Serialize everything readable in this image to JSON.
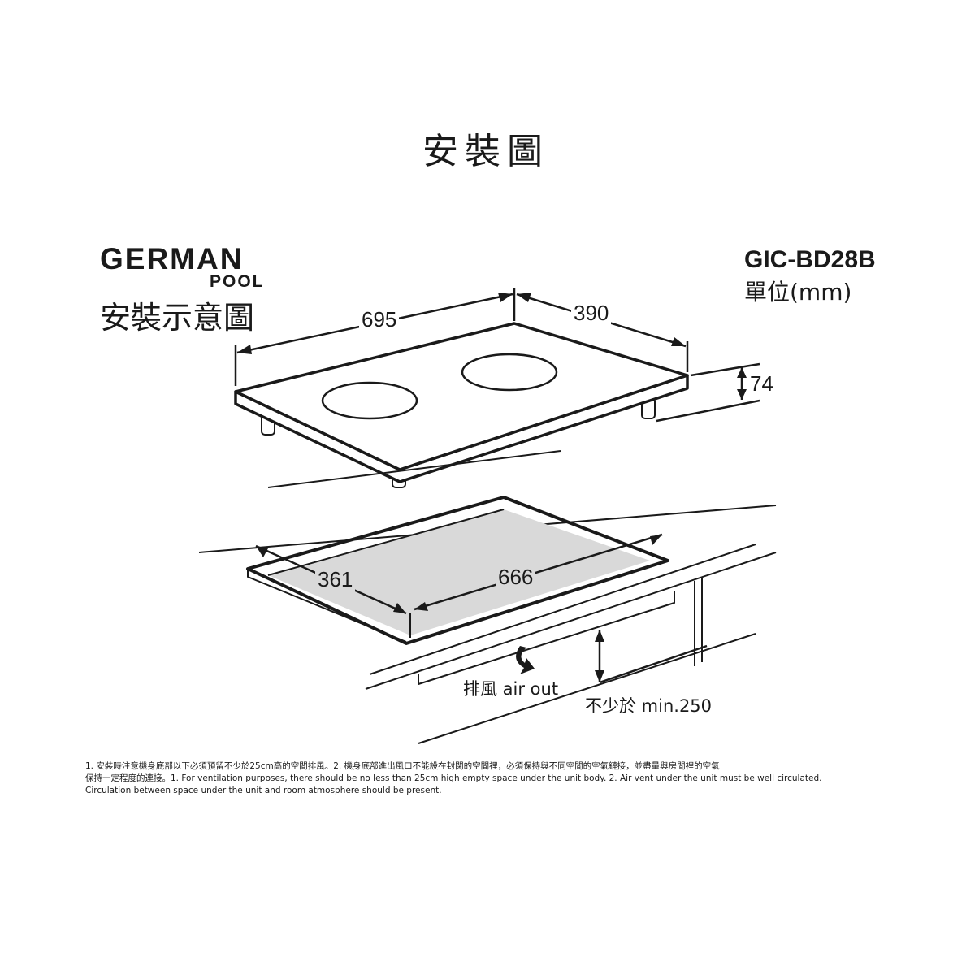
{
  "title": "安裝圖",
  "brand": {
    "line1": "GERMAN",
    "line2": "POOL"
  },
  "subtitle": "安裝示意圖",
  "model": "GIC-BD28B",
  "unit": "單位(mm)",
  "dimensions": {
    "width": "695",
    "depth": "390",
    "height": "74",
    "cutout_depth": "361",
    "cutout_width": "666"
  },
  "labels": {
    "air_out": "排風 air out",
    "min_clearance": "不少於 min.250"
  },
  "notes": [
    "1. 安裝時注意機身底部以下必須預留不少於25cm高的空間排風。2. 機身底部進出風口不能設在封閉的空間裡，必須保持與不同空間的空氣鏈接，並盡量與房間裡的空氣",
    "保持一定程度的連接。1. For ventilation purposes, there should be no less than 25cm high empty space under the unit body.  2. Air vent under the unit must be well circulated.",
    "Circulation between space under the unit and room atmosphere should be present."
  ]
}
